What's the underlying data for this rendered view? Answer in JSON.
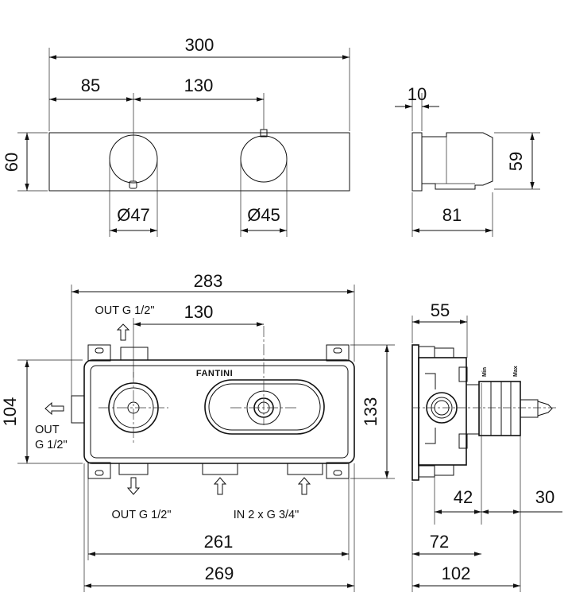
{
  "brand": "FANTINI",
  "dimensions": {
    "top_width": "300",
    "top_left_offset": "85",
    "top_center_spacing": "130",
    "plate_height": "60",
    "knob_left_diameter": "Ø47",
    "knob_right_diameter": "Ø45",
    "side_plate_thickness": "10",
    "side_height": "59",
    "side_depth": "81",
    "box_total_width": "283",
    "box_center_spacing": "130",
    "box_inner_height": "104",
    "box_height": "133",
    "box_width_inner": "261",
    "box_width_outer": "269",
    "body_side_width": "55",
    "depth_min": "42",
    "depth_max_extra": "30",
    "depth_72": "72",
    "depth_102": "102"
  },
  "labels": {
    "out_top": "OUT G 1/2\"",
    "out_left_line1": "OUT",
    "out_left_line2": "G 1/2\"",
    "out_bottom": "OUT G 1/2\"",
    "in_bottom": "IN 2 x G 3/4\"",
    "min_label": "Min",
    "max_label": "Max"
  }
}
